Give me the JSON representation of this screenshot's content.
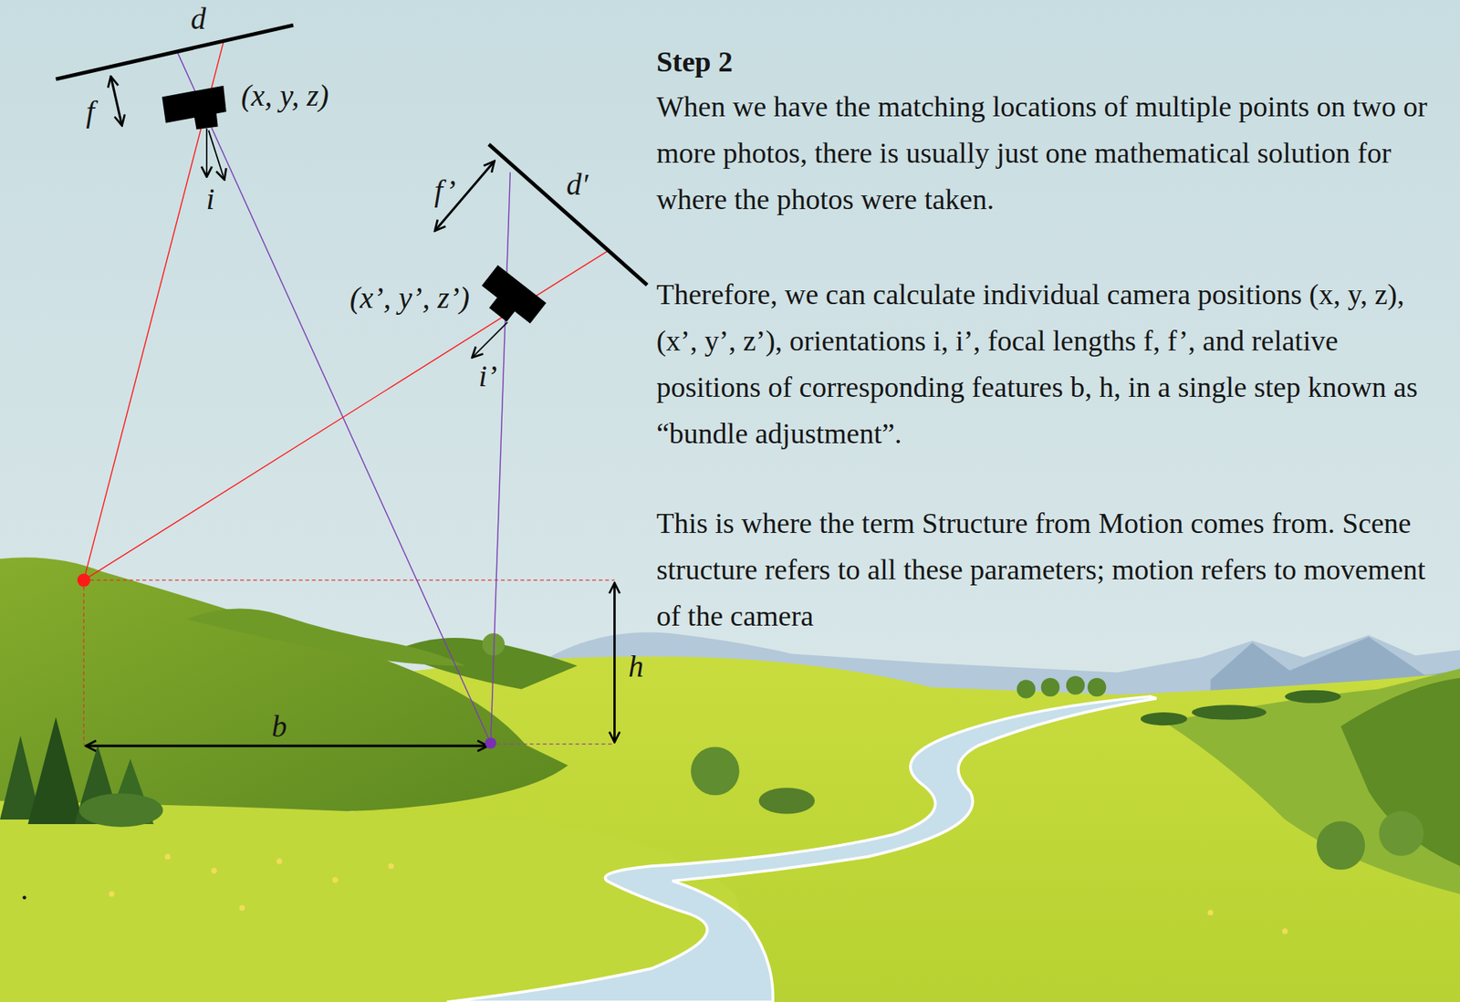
{
  "diagram": {
    "title": "Step 2",
    "labels": [
      "d",
      "f",
      "(x, y, z)",
      "i",
      "f’",
      "d′",
      "(x’, y’, z’)",
      "i’",
      "h",
      "b",
      ".",
      "When we have the matching locations of multiple points on two or more photos, there is usually just one mathematical solution for where the photos were taken.",
      "Therefore, we can calculate individual camera positions (x, y, z), (x’, y’, z’), orientations i, i’, focal lengths f, f’, and relative positions of corresponding features b, h, in a single step known as “bundle adjustment”.",
      "This is where the term Structure from Motion comes from. Scene structure refers to all these parameters; motion refers to movement of the camera"
    ]
  }
}
